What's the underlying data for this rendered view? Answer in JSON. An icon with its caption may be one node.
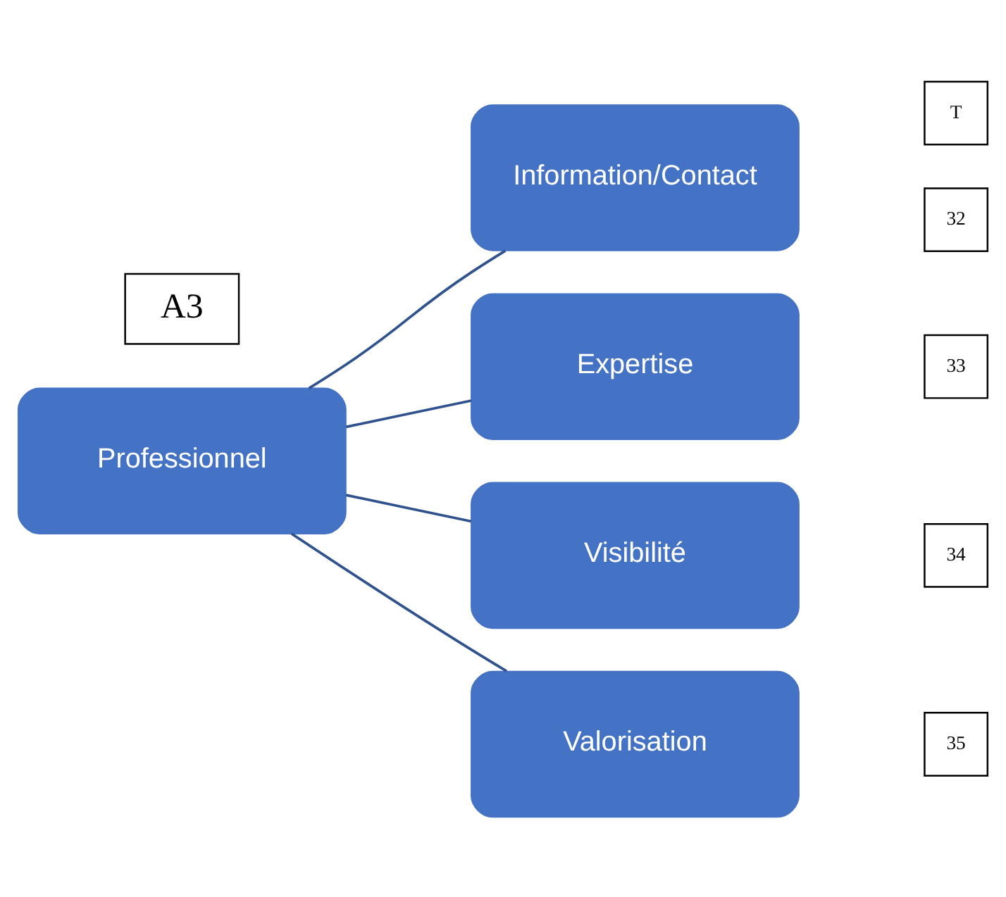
{
  "diagram": {
    "nodes": [
      {
        "text": [
          "T"
        ]
      },
      {
        "text": [
          "A3"
        ]
      },
      {
        "text": [
          "Professionnel"
        ]
      },
      {
        "text": [
          "Information/Contact"
        ]
      },
      {
        "text": [
          "32"
        ]
      },
      {
        "text": [
          "Expertise"
        ]
      },
      {
        "text": [
          "33"
        ]
      },
      {
        "text": [
          "Visibilité"
        ]
      },
      {
        "text": [
          "34"
        ]
      },
      {
        "text": [
          "Valorisation"
        ]
      },
      {
        "text": [
          "35"
        ]
      }
    ],
    "edges": [
      {
        "from": 2,
        "to": 3,
        "arrow": "none"
      },
      {
        "from": 2,
        "to": 5,
        "arrow": "none"
      },
      {
        "from": 2,
        "to": 7,
        "arrow": "none"
      },
      {
        "from": 2,
        "to": 9,
        "arrow": "none"
      }
    ]
  }
}
